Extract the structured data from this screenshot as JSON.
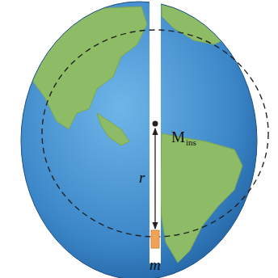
{
  "diagram": {
    "labels": [
      "M",
      "ins",
      "r",
      "m"
    ]
  }
}
